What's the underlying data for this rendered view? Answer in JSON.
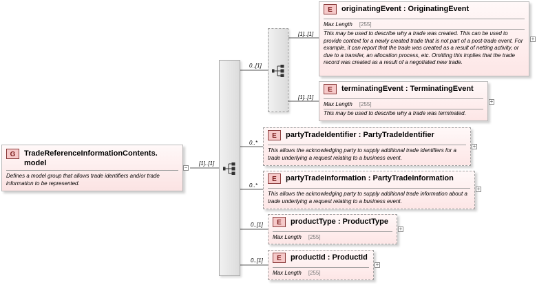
{
  "group": {
    "badge": "G",
    "title": "TradeReferenceInformationContents.model",
    "doc": "Defines a model group that allows trade identifiers and/or trade information to be represented.",
    "collapse": "−"
  },
  "main_sequence": {
    "occurrence": "[1]..[1]"
  },
  "inner_sequence": {
    "occurrence": "0..[1]"
  },
  "elements": [
    {
      "badge": "E",
      "title": "originatingEvent : OriginatingEvent",
      "occurrence": "[1]..[1]",
      "facet_label": "Max Length",
      "facet_value": "[255]",
      "doc": "This may be used to describe why a trade was created. This can be used to provide context for a newly created trade that is not part of a post-trade event. For example, it can report that the trade was created as a result of netting activity, or due to a transfer, an allocation process, etc. Omitting this implies that the trade record was created as a result of a negotiated new trade.",
      "expand": "+"
    },
    {
      "badge": "E",
      "title": "terminatingEvent : TerminatingEvent",
      "occurrence": "[1]..[1]",
      "facet_label": "Max Length",
      "facet_value": "[255]",
      "doc": "This may be used to describe why a trade was terminated.",
      "expand": "+"
    },
    {
      "badge": "E",
      "title": "partyTradeIdentifier : PartyTradeIdentifier",
      "occurrence": "0..*",
      "doc": "This allows the acknowledging party to supply additional trade identifiers for a trade underlying a request relating to a business event.",
      "expand": "+"
    },
    {
      "badge": "E",
      "title": "partyTradeInformation : PartyTradeInformation",
      "occurrence": "0..*",
      "doc": "This allows the acknowledging party to supply additional trade information about a trade underlying a request relating to a business event.",
      "expand": "+"
    },
    {
      "badge": "E",
      "title": "productType : ProductType",
      "occurrence": "0..[1]",
      "facet_label": "Max Length",
      "facet_value": "[255]",
      "expand": "+"
    },
    {
      "badge": "E",
      "title": "productId : ProductId",
      "occurrence": "0..[1]",
      "facet_label": "Max Length",
      "facet_value": "[255]",
      "expand": "+"
    }
  ]
}
